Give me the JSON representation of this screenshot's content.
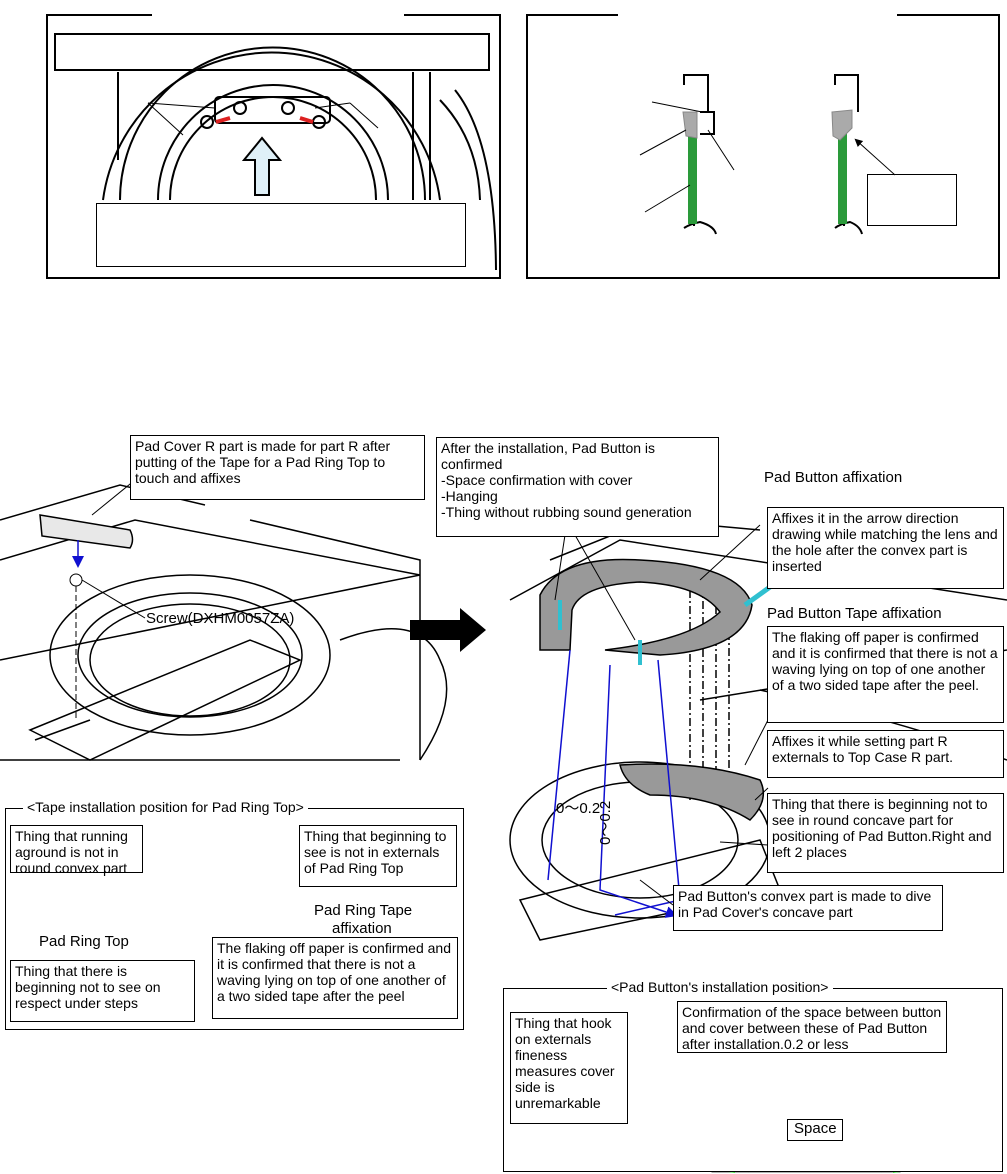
{
  "top_left_panel": {
    "banner_text": "",
    "caption_text": ""
  },
  "top_right_panel": {
    "callout_text": ""
  },
  "notes": {
    "pad_cover": "Pad Cover R part is made for part R after putting of the Tape for a Pad Ring Top to touch and affixes",
    "after_install": "After the installation, Pad Button is confirmed\n-Space confirmation with cover\n-Hanging\n-Thing without rubbing sound generation",
    "affix_arrow": "Affixes it in the arrow direction drawing while matching the lens and the hole after the convex part is inserted",
    "flaking_1": "The flaking off paper is confirmed and it is confirmed that there is not a waving lying on top of one another of a two sided tape after the peel.",
    "affix_partR": "Affixes it while setting part R externals to Top Case R part.",
    "concave": "Thing that there is beginning not to see in round concave part for positioning of Pad Button.Right and left 2 places",
    "convex_dive": "Pad Button's convex part is made to dive in Pad Cover's concave part",
    "aground": "Thing that running aground is not in round convex part",
    "beginning_see": "Thing that beginning to see is not in externals of Pad Ring Top",
    "beginning_under": "Thing that there is beginning not to see on respect under steps",
    "flaking_2": "The flaking off paper is confirmed and it is confirmed that there is not a waving lying on top of one another of a two sided tape after the peel",
    "hook": "Thing that hook on externals fineness measures cover side is unremarkable",
    "confirm_space": "Confirmation of the space between button and cover between these of Pad Button after installation.0.2 or less"
  },
  "labels": {
    "screw": "Screw(DXHM0057ZA)",
    "pad_button_affixation": "Pad Button affixation",
    "pad_button_tape_affixation": "Pad Button Tape affixation",
    "gap_a": "0～0.2",
    "gap_b": "0～0.2",
    "pad_ring_top": "Pad Ring Top",
    "pad_ring_tape_affixation_1": "Pad Ring Tape",
    "pad_ring_tape_affixation_2": "affixation",
    "space": "Space"
  },
  "sections": {
    "tape_position": "<Tape installation position for Pad Ring Top>",
    "button_position": "<Pad Button's installation position>"
  },
  "colors": {
    "accent_blue": "#1010d0",
    "cyan_arrow": "#30c0d0",
    "green_ring": "#22dd22",
    "red_mark": "#dd2020",
    "gray_part": "#9a9a9a"
  }
}
